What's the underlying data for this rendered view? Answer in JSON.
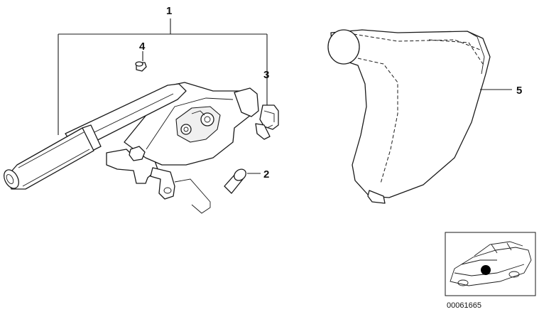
{
  "callouts": {
    "part_1": "1",
    "part_2": "2",
    "part_3": "3",
    "part_4": "4",
    "part_5": "5"
  },
  "diagram_code": "00061665",
  "colors": {
    "ink": "#1a1a1a",
    "location_marker": "#000000",
    "background": "#ffffff"
  },
  "icons": {
    "handbrake_lever": "handbrake-lever-assembly",
    "bolt": "bolt",
    "clip": "clip",
    "screw": "screw",
    "boot": "handbrake-boot-cover",
    "car_locator": "car-location-thumbnail"
  }
}
